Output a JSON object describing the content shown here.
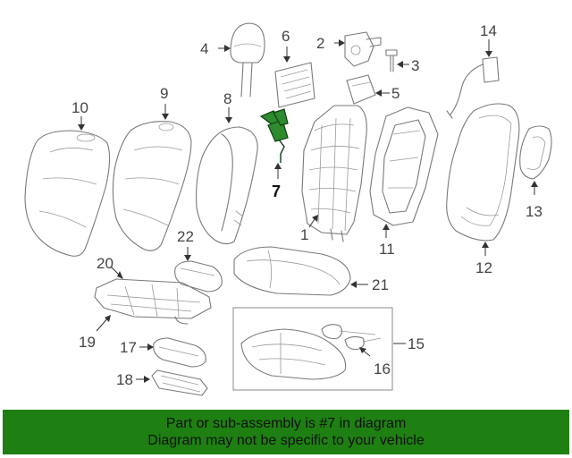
{
  "diagram": {
    "highlighted_part": "7",
    "callouts": [
      "1",
      "2",
      "3",
      "4",
      "5",
      "6",
      "7",
      "8",
      "9",
      "10",
      "11",
      "12",
      "13",
      "14",
      "15",
      "16",
      "17",
      "18",
      "19",
      "20",
      "21",
      "22"
    ]
  },
  "banner": {
    "line1": "Part or sub-assembly is #7 in diagram",
    "line2": "Diagram may not be specific to your vehicle"
  },
  "colors": {
    "banner_background": "#1e7f12",
    "highlight": "#2e8b2e",
    "line_art": "#7a7a7a"
  }
}
